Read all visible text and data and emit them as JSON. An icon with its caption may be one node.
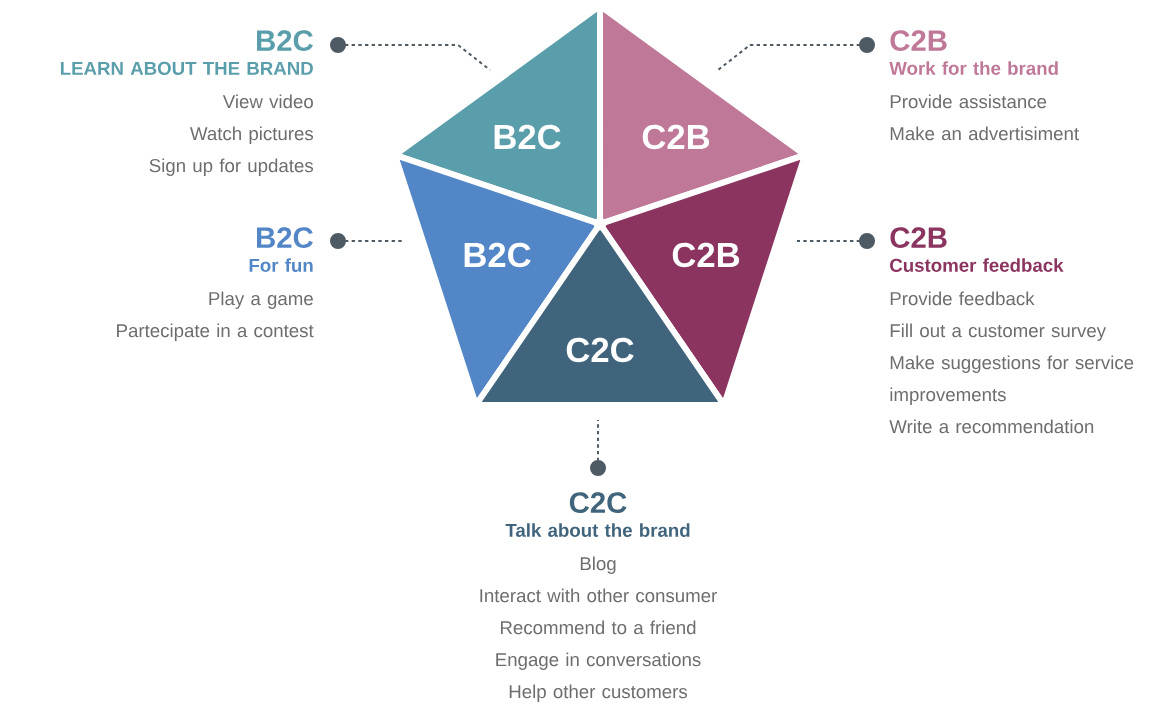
{
  "diagram": {
    "nodes": [
      {
        "text": [
          "B2C"
        ]
      },
      {
        "text": [
          "C2B"
        ]
      },
      {
        "text": [
          "B2C"
        ]
      },
      {
        "text": [
          "C2B"
        ]
      },
      {
        "text": [
          "C2C"
        ]
      },
      {
        "text": [
          "B2C",
          "LEARN ABOUT THE BRAND",
          "View video",
          "Watch pictures",
          "Sign up for updates"
        ]
      },
      {
        "text": [
          "C2B",
          "Work for the brand",
          "Provide assistance",
          "Make an advertisiment"
        ]
      },
      {
        "text": [
          "B2C",
          "For fun",
          "Play a game",
          "Partecipate in a contest"
        ]
      },
      {
        "text": [
          "C2B",
          "Customer feedback",
          "Provide feedback",
          "Fill out a customer survey",
          "Make suggestions for service improvements",
          "Write a recommendation"
        ]
      },
      {
        "text": [
          "C2C",
          "Talk about the brand",
          "Blog",
          "Interact with other consumer",
          "Recommend to a friend",
          "Engage in conversations",
          "Help other customers"
        ]
      }
    ],
    "edges": [
      {
        "from": 5,
        "to": 0,
        "arrow": "other",
        "style": "dashed"
      },
      {
        "from": 6,
        "to": 1,
        "arrow": "other",
        "style": "dashed"
      },
      {
        "from": 7,
        "to": 2,
        "arrow": "other",
        "style": "dashed"
      },
      {
        "from": 8,
        "to": 3,
        "arrow": "other",
        "style": "dashed"
      },
      {
        "from": 9,
        "to": 4,
        "arrow": "other",
        "style": "dashed"
      }
    ]
  }
}
